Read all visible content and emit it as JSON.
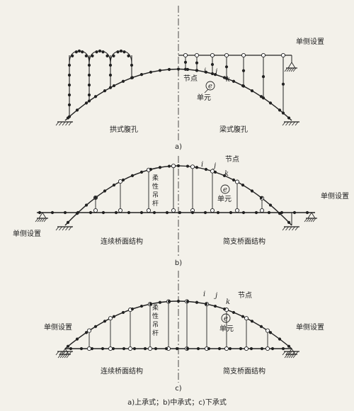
{
  "diagram_a": {
    "left_label": "拱式腹孔",
    "right_label": "梁式腹孔",
    "node_label": "节点",
    "element_label": "单元",
    "element_mark": "e",
    "side_support_label": "单侧设置",
    "node_i": "i",
    "node_j": "j",
    "node_k": "k",
    "sub_caption": "a)"
  },
  "diagram_b": {
    "left_label": "连续桥面结构",
    "right_label": "简支桥面结构",
    "node_label": "节点",
    "element_label": "单元",
    "element_mark": "e",
    "hanger_label": "柔性吊杆",
    "side_support_left": "单侧设置",
    "side_support_right": "单侧设置",
    "node_i": "i",
    "node_j": "j",
    "node_k": "k",
    "sub_caption": "b)"
  },
  "diagram_c": {
    "left_label": "连续桥面结构",
    "right_label": "简支桥面结构",
    "node_label": "节点",
    "element_label": "单元",
    "element_mark": "e",
    "hanger_label": "柔性吊杆",
    "side_support_left": "单侧设置",
    "side_support_right": "单侧设置",
    "node_i": "i",
    "node_j": "j",
    "node_k": "k",
    "sub_caption": "c)"
  },
  "caption": "a)上承式；b)中承式；c)下承式"
}
